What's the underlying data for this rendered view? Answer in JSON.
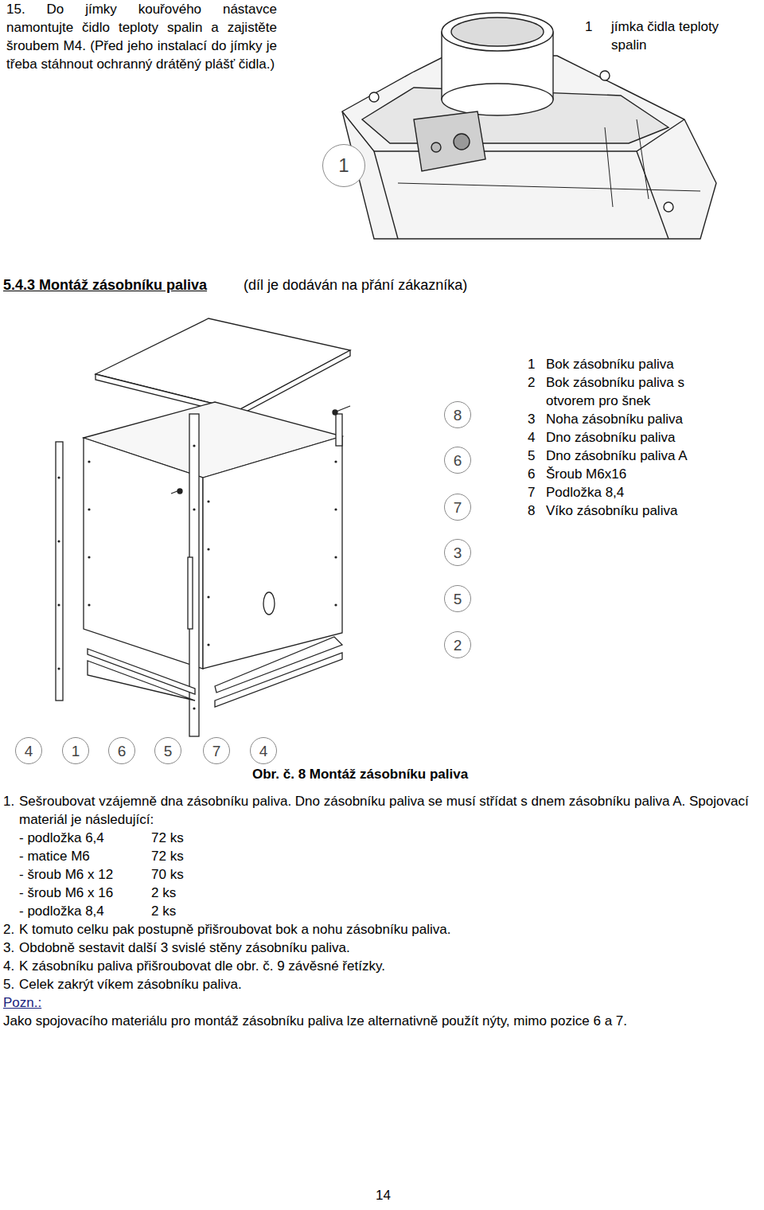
{
  "diagram": {
    "title": "5.4.3 Montáž zásobníku paliva",
    "caption": "Obr. č. 8 Montáž zásobníku paliva",
    "nodes": [
      {
        "text": [
          "1"
        ]
      },
      {
        "text": [
          "8"
        ]
      },
      {
        "text": [
          "6"
        ]
      },
      {
        "text": [
          "7"
        ]
      },
      {
        "text": [
          "3"
        ]
      },
      {
        "text": [
          "5"
        ]
      },
      {
        "text": [
          "2"
        ]
      },
      {
        "text": [
          "4"
        ]
      },
      {
        "text": [
          "1"
        ]
      },
      {
        "text": [
          "6"
        ]
      },
      {
        "text": [
          "5"
        ]
      },
      {
        "text": [
          "7"
        ]
      },
      {
        "text": [
          "4"
        ]
      }
    ],
    "labels": [
      "15. Do jímky kouřového nástavce namontujte čidlo teploty spalin a zajistěte šroubem M4. (Před jeho instalací do jímky je třeba stáhnout ochranný drátěný plášť čidla.)",
      "1",
      "jímka čidla teploty spalin",
      "(díl je dodáván na přání zákazníka)",
      "1",
      "Bok zásobníku paliva",
      "2",
      "Bok zásobníku paliva s otvorem pro šnek",
      "3",
      "Noha zásobníku paliva",
      "4",
      "Dno zásobníku paliva",
      "5",
      "Dno zásobníku paliva A",
      "6",
      "Šroub M6x16",
      "7",
      "Podložka 8,4",
      "8",
      "Víko zásobníku paliva",
      "1.",
      "Sešroubovat vzájemně dna zásobníku paliva. Dno zásobníku paliva se musí střídat s dnem zásobníku paliva A. Spojovací materiál je následující:",
      "- podložka 6,4",
      "72 ks",
      "- matice M6",
      "72 ks",
      "- šroub M6 x 12",
      "70 ks",
      "- šroub M6 x 16",
      "2 ks",
      "- podložka 8,4",
      "2 ks",
      "2.",
      "K tomuto celku pak postupně přišroubovat bok a nohu zásobníku paliva.",
      "3.",
      "Obdobně sestavit další 3 svislé stěny zásobníku paliva.",
      "4.",
      "K zásobníku paliva přišroubovat dle obr. č. 9 závěsné řetízky.",
      "5.",
      "Celek zakrýt víkem zásobníku paliva.",
      "Pozn.:",
      "Jako spojovacího materiálu pro montáž zásobníku paliva lze alternativně použít nýty, mimo pozice 6 a 7.",
      "14"
    ]
  }
}
